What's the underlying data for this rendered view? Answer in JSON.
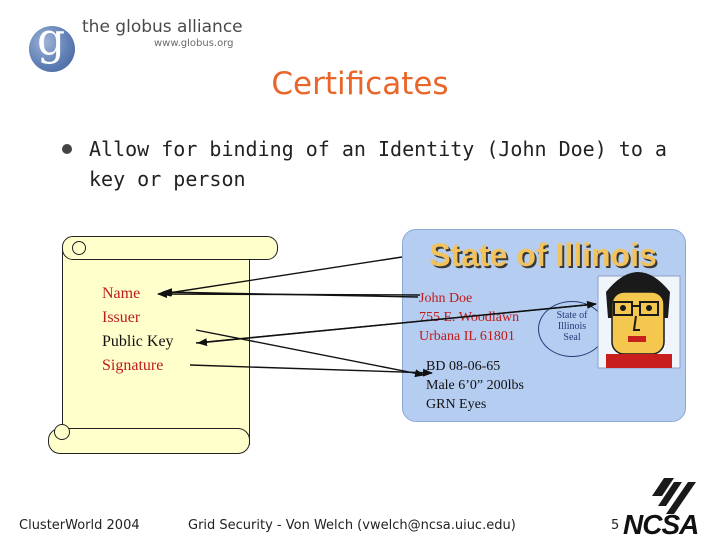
{
  "header": {
    "logo_letter": "g",
    "org_name": "the globus alliance",
    "org_url": "www.globus.org"
  },
  "title": "Certificates",
  "bullet": "Allow for binding of an Identity (John Doe) to a key or person",
  "certificate_fields": [
    "Name",
    "Issuer",
    "Public Key",
    "Signature"
  ],
  "id_card": {
    "state": "State of Illinois",
    "name": "John Doe",
    "street": "755 E. Woodlawn",
    "city": "Urbana IL 61801",
    "seal": [
      "State of",
      "Illinois",
      "Seal"
    ],
    "birthdate": "BD 08-06-65",
    "stats": "Male 6’0” 200lbs",
    "eyes": "GRN Eyes"
  },
  "footer": {
    "left": "ClusterWorld 2004",
    "center": "Grid Security - Von Welch (vwelch@ncsa.uiuc.edu)",
    "page": "5",
    "logo_text": "NCSA"
  },
  "colors": {
    "title": "#e8662a",
    "field_red": "#c01a1a",
    "card_bg": "#b5cdf0",
    "scroll_bg": "#ffffcc"
  }
}
